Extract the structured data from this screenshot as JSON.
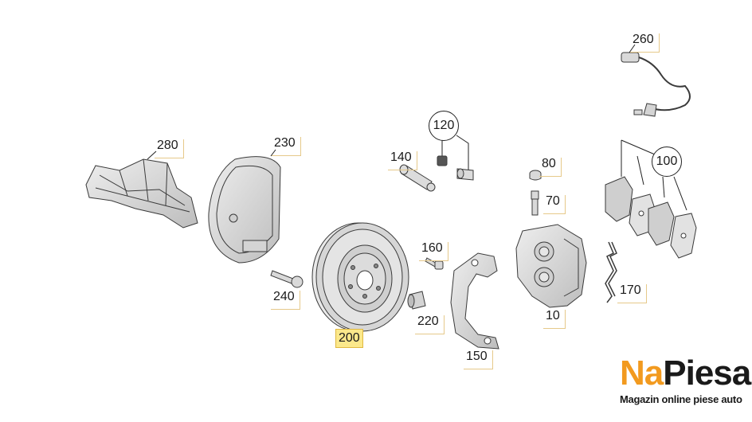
{
  "diagram": {
    "labels": {
      "l260": "260",
      "l280": "280",
      "l230": "230",
      "l120": "120",
      "l140": "140",
      "l80": "80",
      "l100": "100",
      "l70": "70",
      "l160": "160",
      "l240": "240",
      "l220": "220",
      "l200": "200",
      "l10": "10",
      "l170": "170",
      "l150": "150"
    },
    "highlighted_part": "200",
    "colors": {
      "part_fill": "#d9d9d9",
      "part_stroke": "#3a3a3a",
      "highlight": "#fbe88b",
      "label_leader": "#e6c98a"
    }
  },
  "logo": {
    "brand_first": "Na",
    "brand_second": "Piesa",
    "tagline": "Magazin online piese auto",
    "colors": {
      "accent": "#f29a1f",
      "dark": "#1a1a1a"
    }
  }
}
